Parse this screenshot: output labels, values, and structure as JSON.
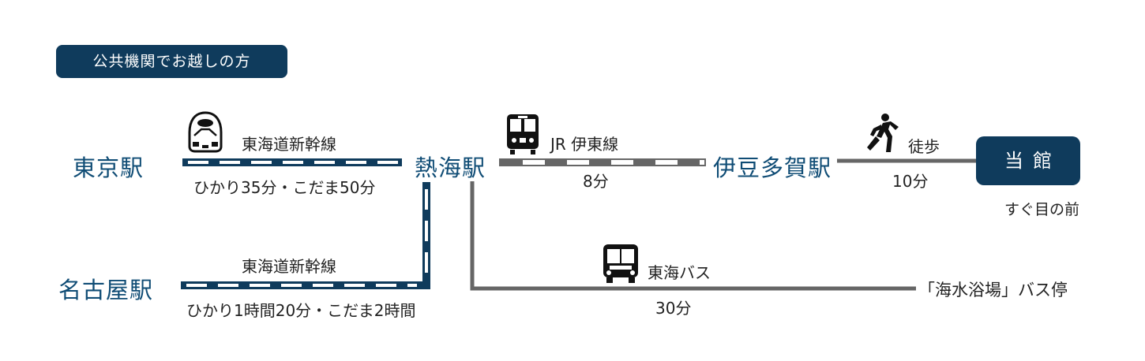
{
  "header": {
    "title": "公共機関でお越しの方"
  },
  "stations": {
    "tokyo": "東京駅",
    "nagoya": "名古屋駅",
    "atami": "熱海駅",
    "izutaga": "伊豆多賀駅",
    "bus_stop": "「海水浴場」バス停"
  },
  "destination": {
    "label": "当館",
    "note": "すぐ目の前"
  },
  "routes": {
    "tokyo_atami": {
      "line": "東海道新幹線",
      "time": "ひかり35分・こだま50分"
    },
    "nagoya_atami": {
      "line": "東海道新幹線",
      "time": "ひかり1時間20分・こだま2時間"
    },
    "atami_izutaga": {
      "line": "JR 伊東線",
      "time": "8分"
    },
    "izutaga_hotel": {
      "line": "徒歩",
      "time": "10分"
    },
    "atami_bus": {
      "line": "東海バス",
      "time": "30分"
    }
  },
  "icons": {
    "shinkansen": "bullet-train-icon",
    "train": "train-icon",
    "walk": "walking-person-icon",
    "bus": "bus-icon"
  },
  "colors": {
    "navy": "#0f3b5c",
    "station_text": "#0f4c75",
    "gray_line": "#666666"
  }
}
